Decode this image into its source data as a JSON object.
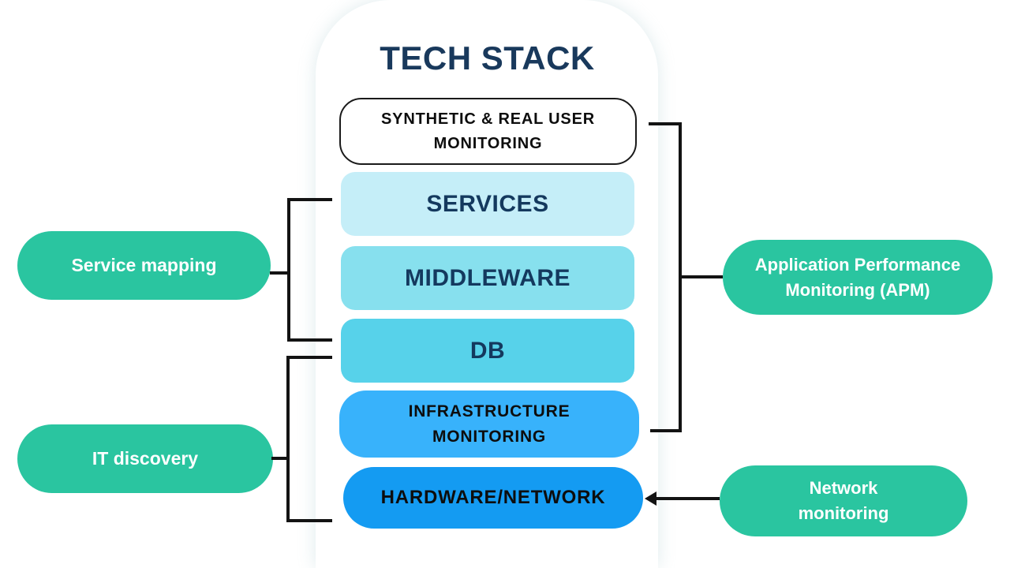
{
  "title": "TECH STACK",
  "title_color": "#19395c",
  "stack": {
    "layers": [
      {
        "id": "synthetic-real-user-monitoring",
        "label": "SYNTHETIC & REAL USER MONITORING",
        "bg": "#ffffff",
        "text_color": "#0d0d0d"
      },
      {
        "id": "services",
        "label": "SERVICES",
        "bg": "#c5eef8",
        "text_color": "#14395e"
      },
      {
        "id": "middleware",
        "label": "MIDDLEWARE",
        "bg": "#87e0ee",
        "text_color": "#14395e"
      },
      {
        "id": "db",
        "label": "DB",
        "bg": "#57d2ea",
        "text_color": "#14395e"
      },
      {
        "id": "infrastructure-monitoring",
        "label": "INFRASTRUCTURE MONITORING",
        "bg": "#38b2fb",
        "text_color": "#0d0d0d"
      },
      {
        "id": "hardware-network",
        "label": "HARDWARE/NETWORK",
        "bg": "#149bf2",
        "text_color": "#0d0d0d"
      }
    ]
  },
  "annotations": {
    "pill_bg": "#2ac5a0",
    "pill_text_color": "#ffffff",
    "left": [
      {
        "id": "service-mapping",
        "label": "Service mapping",
        "connects_to": "SERVICES, MIDDLEWARE, DB"
      },
      {
        "id": "it-discovery",
        "label": "IT discovery",
        "connects_to": "DB, INFRASTRUCTURE MONITORING, HARDWARE/NETWORK"
      }
    ],
    "right": [
      {
        "id": "apm",
        "label": "Application Performance Monitoring (APM)",
        "connects_to": "SYNTHETIC & REAL USER MONITORING, INFRASTRUCTURE MONITORING"
      },
      {
        "id": "network-monitoring",
        "label": "Network monitoring",
        "connects_to": "HARDWARE/NETWORK"
      }
    ]
  },
  "icons": {
    "network_arrow": "arrow-left"
  },
  "connector_color": "#131313"
}
